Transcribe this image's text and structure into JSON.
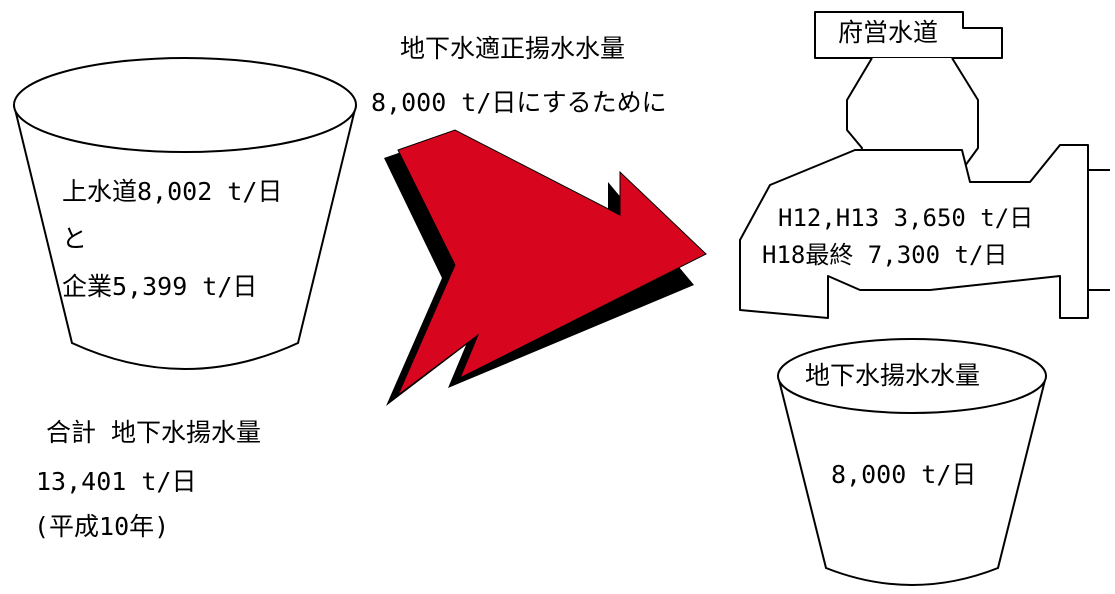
{
  "left_bucket": {
    "line1": "上水道8,002 t/日",
    "line2": "と",
    "line3": "企業5,399 t/日"
  },
  "total": {
    "line1": "合計 地下水揚水量",
    "line2": "13,401 t/日",
    "line3": "(平成10年)"
  },
  "arrow_caption": {
    "line1": "地下水適正揚水水量",
    "line2": "8,000 t/日にするために"
  },
  "faucet": {
    "label": "府営水道",
    "line1": "H12,H13 3,650 t/日",
    "line2": "H18最終  7,300 t/日"
  },
  "right_bucket": {
    "title": "地下水揚水水量",
    "value": "8,000 t/日"
  },
  "colors": {
    "arrow_fill": "#d8051f",
    "arrow_shadow": "#000000",
    "outline": "#000000",
    "background": "#ffffff"
  }
}
